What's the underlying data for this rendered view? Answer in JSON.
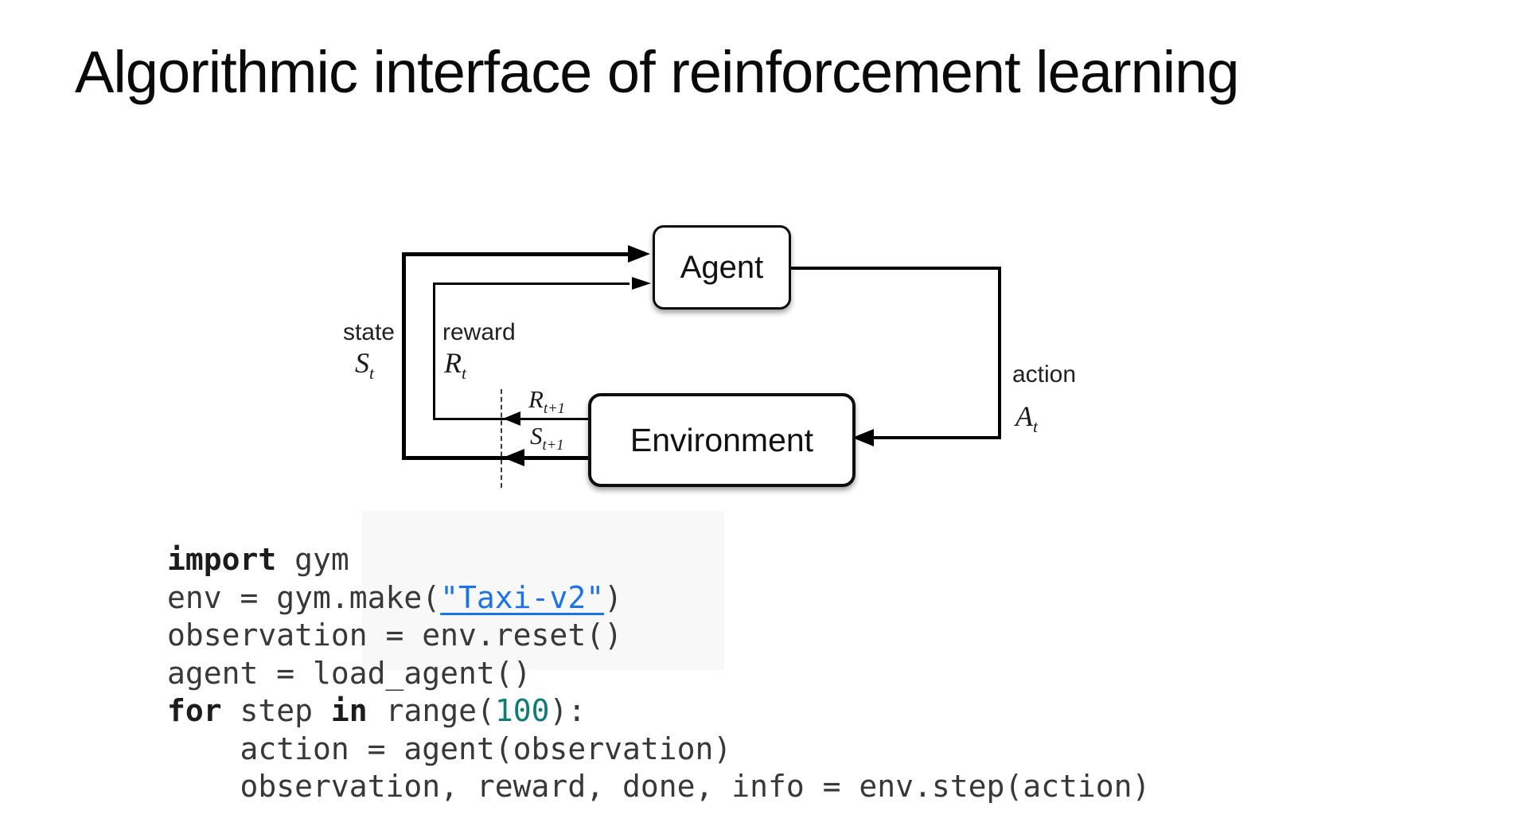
{
  "slide": {
    "title": "Algorithmic interface of reinforcement learning"
  },
  "diagram": {
    "agent_label": "Agent",
    "environment_label": "Environment",
    "state_label": "state",
    "reward_label": "reward",
    "action_label": "action",
    "state_symbol": {
      "base": "S",
      "sub": "t"
    },
    "reward_symbol": {
      "base": "R",
      "sub": "t"
    },
    "action_symbol": {
      "base": "A",
      "sub": "t"
    },
    "next_reward_symbol": {
      "base": "R",
      "sub": "t+1"
    },
    "next_state_symbol": {
      "base": "S",
      "sub": "t+1"
    }
  },
  "code": {
    "lines": [
      {
        "tokens": [
          {
            "t": "import",
            "s": "kw"
          },
          {
            "t": " gym",
            "s": "plain"
          }
        ]
      },
      {
        "tokens": [
          {
            "t": "env = gym.make(",
            "s": "plain"
          },
          {
            "t": "\"Taxi-v2\"",
            "s": "link"
          },
          {
            "t": ")",
            "s": "plain"
          }
        ]
      },
      {
        "tokens": [
          {
            "t": "observation = env.reset()",
            "s": "plain"
          }
        ]
      },
      {
        "tokens": [
          {
            "t": "agent = load_agent()",
            "s": "plain"
          }
        ]
      },
      {
        "tokens": [
          {
            "t": "for",
            "s": "kw"
          },
          {
            "t": " step ",
            "s": "plain"
          },
          {
            "t": "in",
            "s": "kw"
          },
          {
            "t": " range(",
            "s": "plain"
          },
          {
            "t": "100",
            "s": "num"
          },
          {
            "t": "):",
            "s": "plain"
          }
        ]
      },
      {
        "tokens": [
          {
            "t": "    action = agent(observation)",
            "s": "plain"
          }
        ]
      },
      {
        "tokens": [
          {
            "t": "    observation, reward, done, info = env.step(action)",
            "s": "plain"
          }
        ]
      }
    ]
  },
  "colors": {
    "link_blue": "#1a73e8",
    "number_teal": "#107c78",
    "keyword_dark": "#1c1c1c",
    "code_text": "#383838"
  }
}
